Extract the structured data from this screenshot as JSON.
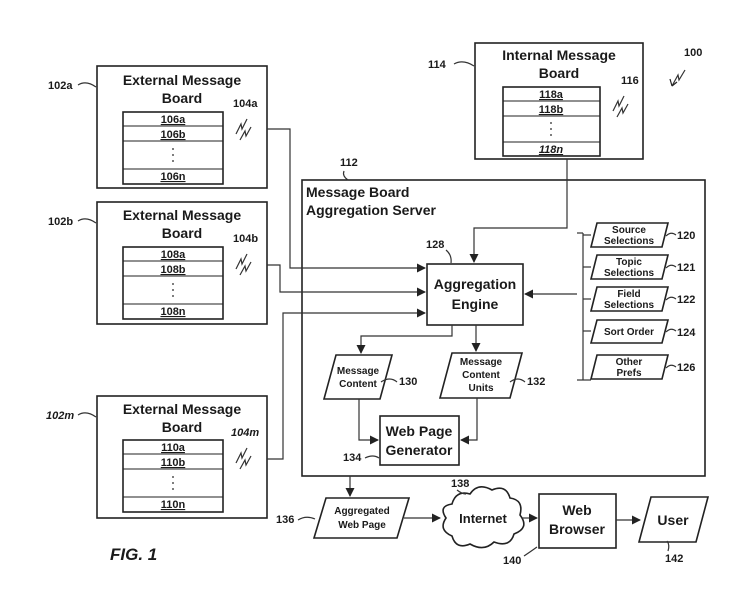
{
  "figure": {
    "label": "FIG. 1",
    "ref": "100"
  },
  "external_boards": [
    {
      "ref": "102a",
      "title1": "External Message",
      "title2": "Board",
      "list_ref": "104a",
      "items": [
        "106a",
        "106b",
        "106n"
      ]
    },
    {
      "ref": "102b",
      "title1": "External Message",
      "title2": "Board",
      "list_ref": "104b",
      "items": [
        "108a",
        "108b",
        "108n"
      ]
    },
    {
      "ref": "102m",
      "title1": "External Message",
      "title2": "Board",
      "list_ref": "104m",
      "items": [
        "110a",
        "110b",
        "110n"
      ]
    }
  ],
  "internal_board": {
    "ref": "114",
    "title1": "Internal Message",
    "title2": "Board",
    "list_ref": "116",
    "items": [
      "118a",
      "118b",
      "118n"
    ]
  },
  "server": {
    "ref": "112",
    "title1": "Message Board",
    "title2": "Aggregation Server"
  },
  "engine": {
    "ref": "128",
    "line1": "Aggregation",
    "line2": "Engine"
  },
  "prefs": [
    {
      "line1": "Source",
      "line2": "Selections",
      "ref": "120"
    },
    {
      "line1": "Topic",
      "line2": "Selections",
      "ref": "121"
    },
    {
      "line1": "Field",
      "line2": "Selections",
      "ref": "122"
    },
    {
      "line1": "Sort Order",
      "line2": "",
      "ref": "124"
    },
    {
      "line1": "Other",
      "line2": "Prefs",
      "ref": "126"
    }
  ],
  "message_content": {
    "line1": "Message",
    "line2": "Content",
    "ref": "130"
  },
  "content_units": {
    "line1": "Message",
    "line2": "Content",
    "line3": "Units",
    "ref": "132"
  },
  "generator": {
    "line1": "Web Page",
    "line2": "Generator",
    "ref": "134"
  },
  "aggregated_page": {
    "line1": "Aggregated",
    "line2": "Web Page",
    "ref": "136"
  },
  "internet": {
    "label": "Internet",
    "ref": "138",
    "ref2": "140"
  },
  "browser": {
    "line1": "Web",
    "line2": "Browser"
  },
  "user": {
    "label": "User",
    "ref": "142"
  }
}
